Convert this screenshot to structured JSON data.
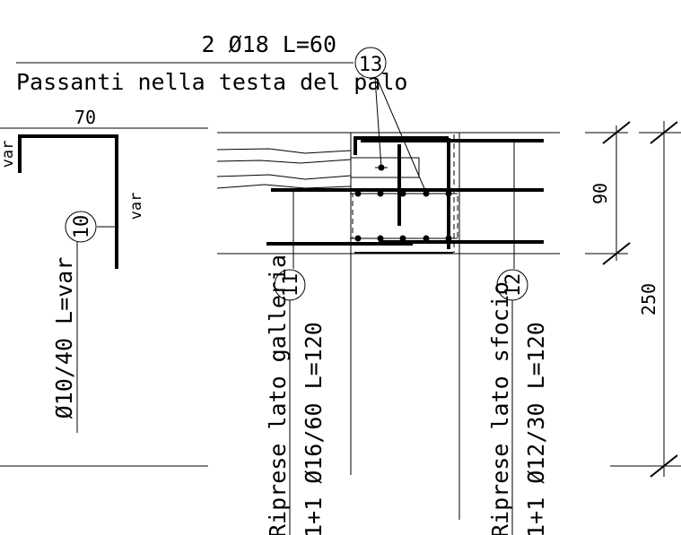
{
  "labels": {
    "top_bars": "2 Ø18 L=60",
    "top_bars_desc": "Passanti nella testa del palo",
    "dim_70": "70",
    "var_left": "var",
    "var_right": "var",
    "bar10_spec": "Ø10/40 L=var",
    "bar11_desc": "Riprese lato galleria",
    "bar11_spec": "1+1 Ø16/60 L=120",
    "bar12_desc": "Riprese lato sfocio",
    "bar12_spec": "1+1 Ø12/30 L=120",
    "dim_90": "90",
    "dim_250": "250"
  },
  "markers": {
    "m10": "10",
    "m11": "11",
    "m12": "12",
    "m13": "13"
  }
}
